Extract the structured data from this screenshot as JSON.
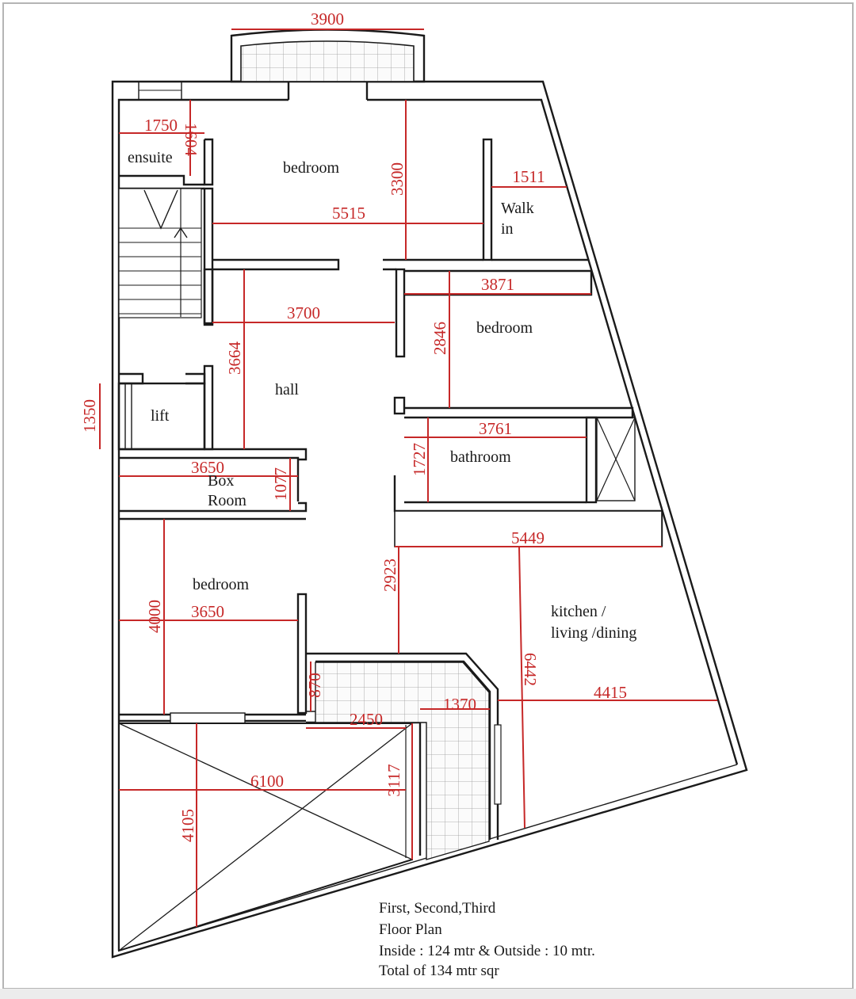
{
  "rooms": {
    "ensuite": "ensuite",
    "bedroom_top": "bedroom",
    "walk_in_1": "Walk",
    "walk_in_2": "in",
    "bedroom_right": "bedroom",
    "hall": "hall",
    "lift": "lift",
    "bathroom": "bathroom",
    "box_room_1": "Box",
    "box_room_2": "Room",
    "bedroom_left": "bedroom",
    "kitchen_1": "kitchen /",
    "kitchen_2": "living /dining"
  },
  "dimensions": {
    "balcony_top_width": "3900",
    "ensuite_width": "1750",
    "ensuite_height": "1604",
    "bedroom_top_depth": "3300",
    "walk_in_width": "1511",
    "bedroom_top_width": "5515",
    "bedroom_right_width": "3871",
    "hall_width": "3700",
    "bedroom_right_depth": "2846",
    "hall_depth": "3664",
    "lift_depth": "1350",
    "bathroom_width": "3761",
    "bathroom_depth": "1727",
    "box_room_width": "3650",
    "box_room_depth": "1077",
    "kitchen_width": "5449",
    "kitchen_offset": "2923",
    "bedroom_left_width": "3650",
    "bedroom_left_depth": "4000",
    "kitchen_depth": "6442",
    "terrace_step": "870",
    "terrace_width": "1370",
    "kitchen_lower_width": "4415",
    "terrace_lower_width": "2450",
    "terrace_lower_depth": "3117",
    "void_width": "6100",
    "void_depth": "4105"
  },
  "notes": {
    "line1": "First, Second,Third",
    "line2": "Floor Plan",
    "line3": "Inside : 124 mtr & Outside : 10 mtr.",
    "line4": "Total of 134 mtr sqr"
  },
  "colors": {
    "walls": "#1a1a1a",
    "dimension_lines": "#c62828",
    "paper": "#ffffff"
  }
}
